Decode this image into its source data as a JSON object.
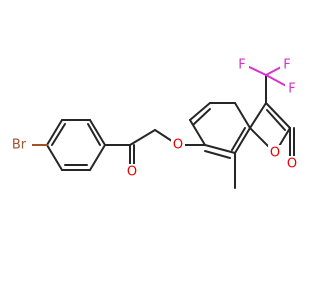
{
  "colors": {
    "bond": "#262626",
    "O": "#e60000",
    "F": "#d633cc",
    "Br": "#a0522d"
  },
  "atom_labels": {
    "br": "Br",
    "o_ketone": "O",
    "o_ether": "O",
    "o_ring": "O",
    "o_lactone": "O",
    "f_top_left": "F",
    "f_top_right": "F",
    "f_right": "F"
  }
}
